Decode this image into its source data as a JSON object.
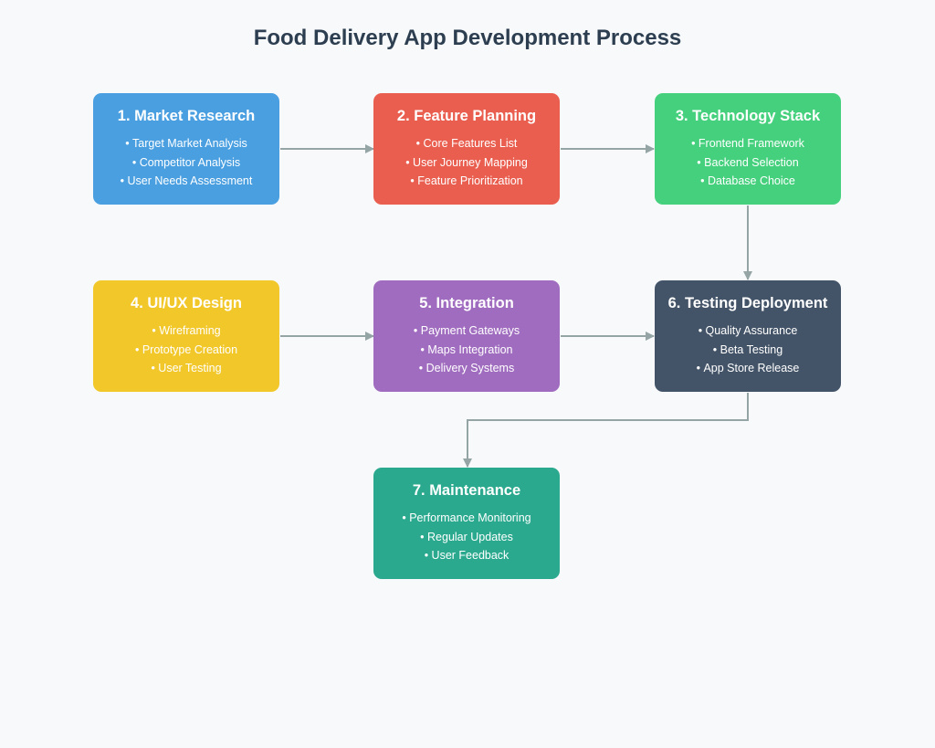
{
  "title": "Food Delivery App Development Process",
  "colors": {
    "arrow": "#95a5a6",
    "background": "#f7f9fb",
    "title": "#2c3e50"
  },
  "steps": [
    {
      "title": "1. Market Research",
      "color": "#4a9fe0",
      "items": [
        "Target Market Analysis",
        "Competitor Analysis",
        "User Needs Assessment"
      ]
    },
    {
      "title": "2. Feature Planning",
      "color": "#e95e4f",
      "items": [
        "Core Features List",
        "User Journey Mapping",
        "Feature Prioritization"
      ]
    },
    {
      "title": "3. Technology Stack",
      "color": "#45d07d",
      "items": [
        "Frontend Framework",
        "Backend Selection",
        "Database Choice"
      ]
    },
    {
      "title": "4. UI/UX Design",
      "color": "#f2c72a",
      "items": [
        "Wireframing",
        "Prototype Creation",
        "User Testing"
      ]
    },
    {
      "title": "5. Integration",
      "color": "#a06cbf",
      "items": [
        "Payment Gateways",
        "Maps Integration",
        "Delivery Systems"
      ]
    },
    {
      "title": "6. Testing Deployment",
      "color": "#445468",
      "items": [
        "Quality Assurance",
        "Beta Testing",
        "App Store Release"
      ]
    },
    {
      "title": "7. Maintenance",
      "color": "#2aa98e",
      "items": [
        "Performance Monitoring",
        "Regular Updates",
        "User Feedback"
      ]
    }
  ],
  "connections": [
    {
      "from": "1. Market Research",
      "to": "2. Feature Planning"
    },
    {
      "from": "2. Feature Planning",
      "to": "3. Technology Stack"
    },
    {
      "from": "3. Technology Stack",
      "to": "6. Testing Deployment"
    },
    {
      "from": "4. UI/UX Design",
      "to": "5. Integration"
    },
    {
      "from": "5. Integration",
      "to": "6. Testing Deployment"
    },
    {
      "from": "6. Testing Deployment",
      "to": "7. Maintenance"
    }
  ]
}
